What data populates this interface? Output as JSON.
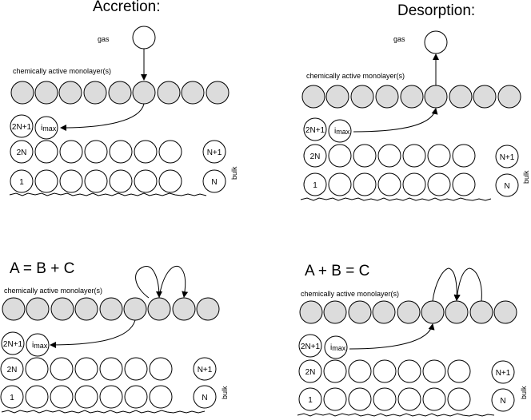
{
  "panels": {
    "accretion": {
      "title": "Accretion:",
      "gas_label": "gas",
      "monolayer_label": "chemically active monolayer(s)",
      "bulk_label": "bulk",
      "top_cell_label": "2N+1",
      "imax_label": "i",
      "imax_sub": "max",
      "row2_first": "2N",
      "row2_last": "N+1",
      "row3_first": "1",
      "row3_last": "N"
    },
    "desorption": {
      "title": "Desorption:",
      "gas_label": "gas",
      "monolayer_label": "chemically active monolayer(s)",
      "bulk_label": "bulk",
      "top_cell_label": "2N+1",
      "imax_label": "i",
      "imax_sub": "max",
      "row2_first": "2N",
      "row2_last": "N+1",
      "row3_first": "1",
      "row3_last": "N"
    },
    "reaction_split": {
      "equation": "A = B + C",
      "monolayer_label": "chemically active monolayer(s)",
      "bulk_label": "bulk",
      "top_cell_label": "2N+1",
      "imax_label": "i",
      "imax_sub": "max",
      "row2_first": "2N",
      "row2_last": "N+1",
      "row3_first": "1",
      "row3_last": "N"
    },
    "reaction_combine": {
      "equation": "A + B = C",
      "monolayer_label": "chemically active monolayer(s)",
      "bulk_label": "bulk",
      "top_cell_label": "2N+1",
      "imax_label": "i",
      "imax_sub": "max",
      "row2_first": "2N",
      "row2_last": "N+1",
      "row3_first": "1",
      "row3_last": "N"
    }
  },
  "colors": {
    "active_fill": "#dcdcdc",
    "bulk_fill": "#ffffff",
    "stroke": "#000000"
  }
}
